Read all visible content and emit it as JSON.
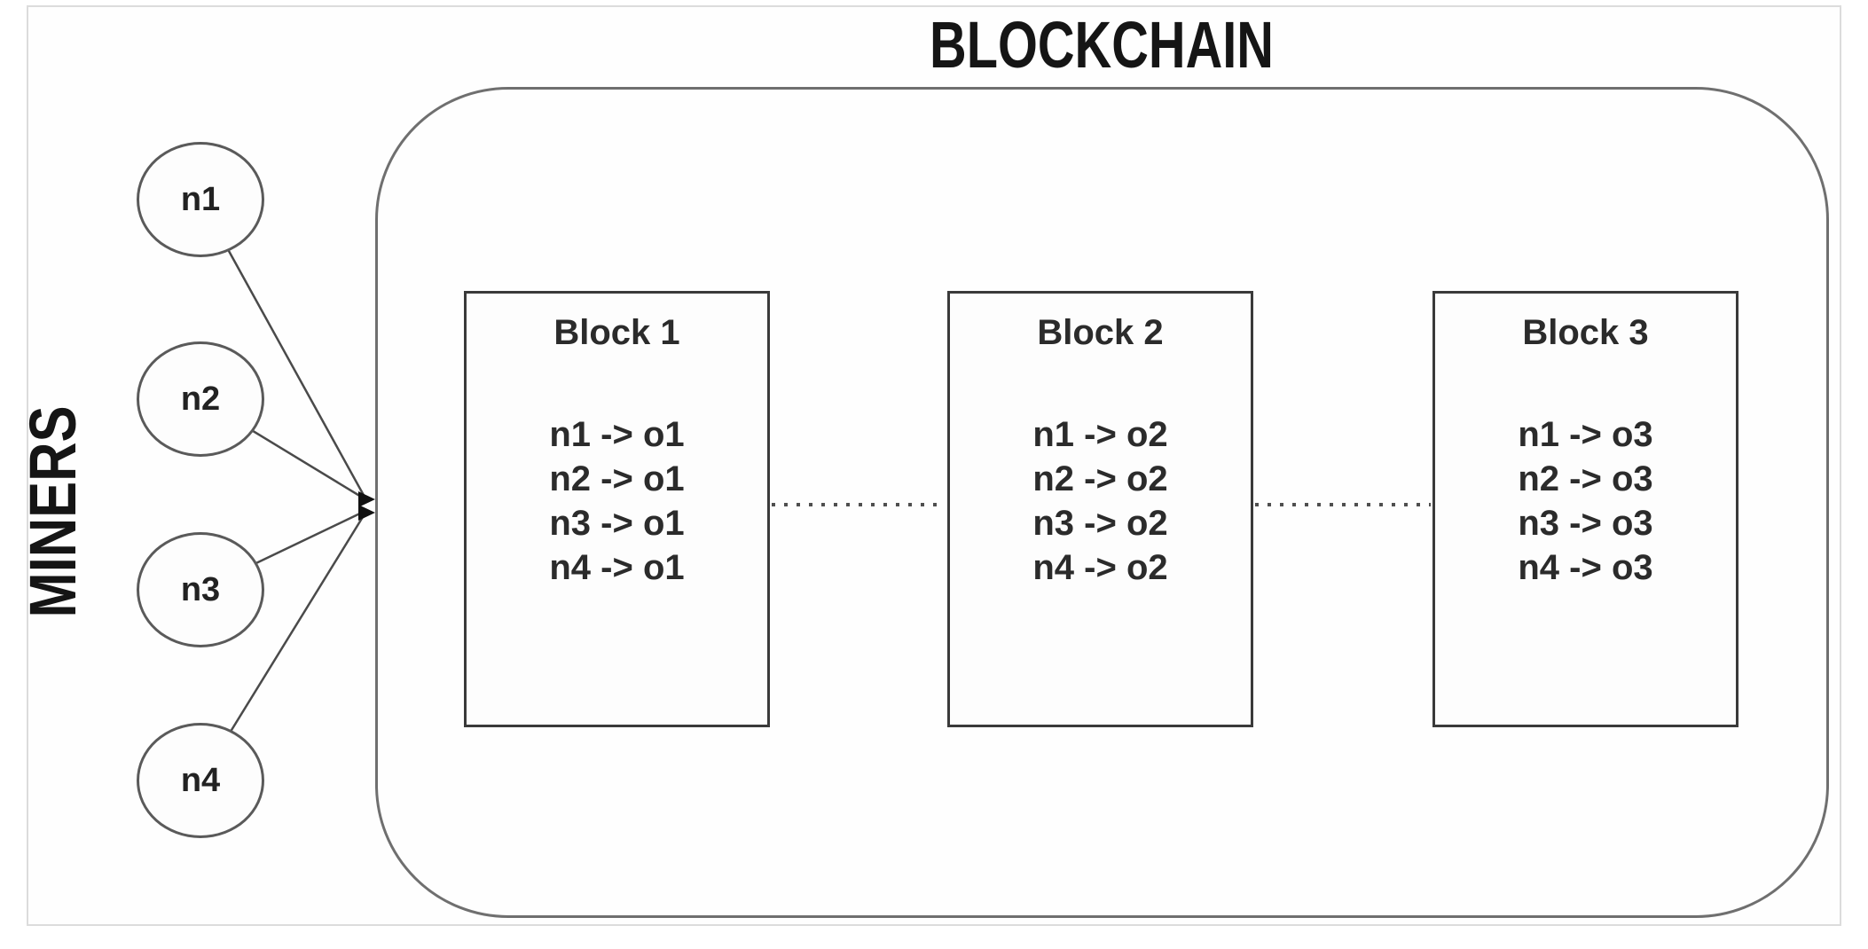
{
  "figure": {
    "title": "BLOCKCHAIN",
    "side_label": "MINERS",
    "miners": [
      {
        "id": "n1"
      },
      {
        "id": "n2"
      },
      {
        "id": "n3"
      },
      {
        "id": "n4"
      }
    ],
    "blocks": [
      {
        "title": "Block 1",
        "transactions": [
          "n1 -> o1",
          "n2 -> o1",
          "n3 -> o1",
          "n4 -> o1"
        ]
      },
      {
        "title": "Block 2",
        "transactions": [
          "n1 -> o2",
          "n2 -> o2",
          "n3 -> o2",
          "n4 -> o2"
        ]
      },
      {
        "title": "Block 3",
        "transactions": [
          "n1 -> o3",
          "n2 -> o3",
          "n3 -> o3",
          "n4 -> o3"
        ]
      }
    ],
    "colors": {
      "line": "#4a4a4a",
      "arrow": "#111111",
      "block_border": "#3a3a3a",
      "container_border": "#6f6f6f",
      "frame_border": "#dcdcdc",
      "text": "#1c1c1c"
    }
  }
}
